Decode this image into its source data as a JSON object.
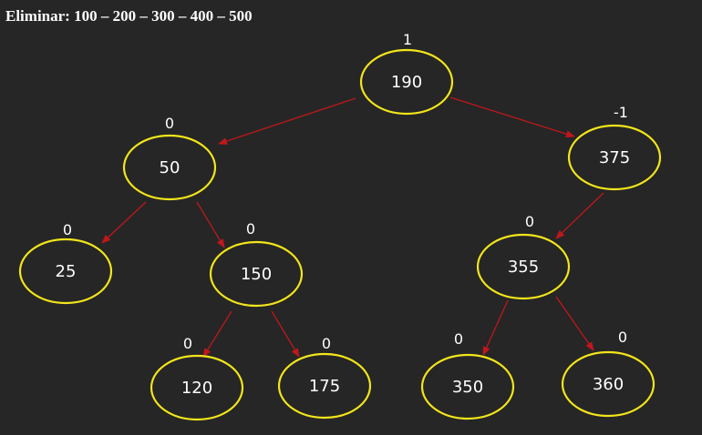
{
  "title": "Eliminar: 100 – 200 – 300 – 400 – 500",
  "colors": {
    "node_border": "#f2e51b",
    "edge": "#c0171b",
    "background": "#262626",
    "text": "#ffffff"
  },
  "nodes": [
    {
      "id": "n190",
      "value": "190",
      "balance": "1"
    },
    {
      "id": "n50",
      "value": "50",
      "balance": "0"
    },
    {
      "id": "n375",
      "value": "375",
      "balance": "-1"
    },
    {
      "id": "n25",
      "value": "25",
      "balance": "0"
    },
    {
      "id": "n150",
      "value": "150",
      "balance": "0"
    },
    {
      "id": "n355",
      "value": "355",
      "balance": "0"
    },
    {
      "id": "n120",
      "value": "120",
      "balance": "0"
    },
    {
      "id": "n175",
      "value": "175",
      "balance": "0"
    },
    {
      "id": "n350",
      "value": "350",
      "balance": "0"
    },
    {
      "id": "n360",
      "value": "360",
      "balance": "0"
    }
  ],
  "edges": [
    {
      "from": "n190",
      "to": "n50"
    },
    {
      "from": "n190",
      "to": "n375"
    },
    {
      "from": "n50",
      "to": "n25"
    },
    {
      "from": "n50",
      "to": "n150"
    },
    {
      "from": "n375",
      "to": "n355"
    },
    {
      "from": "n150",
      "to": "n120"
    },
    {
      "from": "n150",
      "to": "n175"
    },
    {
      "from": "n355",
      "to": "n350"
    },
    {
      "from": "n355",
      "to": "n360"
    }
  ]
}
